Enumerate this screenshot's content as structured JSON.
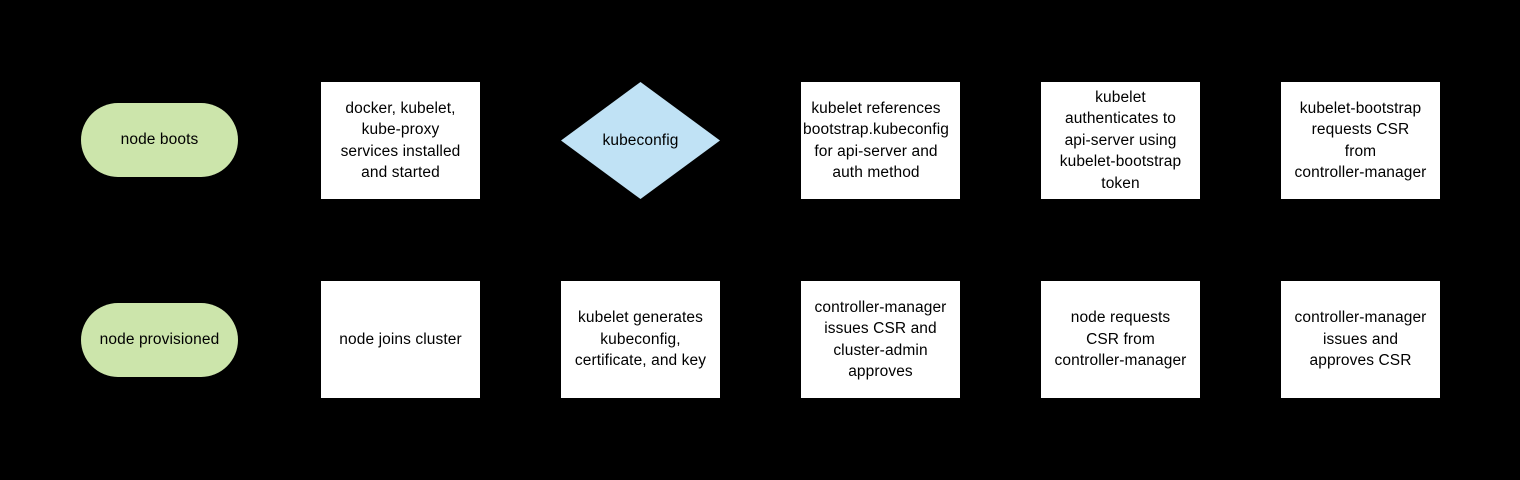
{
  "diagram": {
    "type": "flowchart",
    "background_color": "#000000",
    "palette": {
      "terminator_fill": "#cce5ab",
      "process_fill": "#ffffff",
      "decision_fill": "#c0e2f5",
      "text_color": "#000000"
    },
    "rows": [
      {
        "name": "top-row",
        "nodes": [
          {
            "id": "node-boots",
            "shape": "terminator",
            "text": "node boots"
          },
          {
            "id": "services-installed",
            "shape": "process",
            "text": "docker, kubelet,\nkube-proxy\nservices installed\nand started"
          },
          {
            "id": "kubeconfig",
            "shape": "decision",
            "text": "kubeconfig"
          },
          {
            "id": "kubelet-references",
            "shape": "process",
            "text": "kubelet references\nbootstrap.kubeconfig\nfor api-server and\nauth method"
          },
          {
            "id": "kubelet-authenticates",
            "shape": "process",
            "text": "kubelet\nauthenticates to\napi-server using\nkubelet-bootstrap\ntoken"
          },
          {
            "id": "bootstrap-requests-csr",
            "shape": "process",
            "text": "kubelet-bootstrap\nrequests CSR\nfrom\ncontroller-manager"
          }
        ]
      },
      {
        "name": "bottom-row",
        "nodes": [
          {
            "id": "node-provisioned",
            "shape": "terminator",
            "text": "node provisioned"
          },
          {
            "id": "node-joins-cluster",
            "shape": "process",
            "text": "node joins cluster"
          },
          {
            "id": "kubelet-generates",
            "shape": "process",
            "text": "kubelet generates\nkubeconfig,\ncertificate, and key"
          },
          {
            "id": "cm-issues-csr",
            "shape": "process",
            "text": "controller-manager\nissues CSR and\ncluster-admin\napproves"
          },
          {
            "id": "node-requests-csr",
            "shape": "process",
            "text": "node requests\nCSR from\ncontroller-manager"
          },
          {
            "id": "cm-issues-approves",
            "shape": "process",
            "text": "controller-manager\nissues and\napproves CSR"
          }
        ]
      }
    ]
  }
}
